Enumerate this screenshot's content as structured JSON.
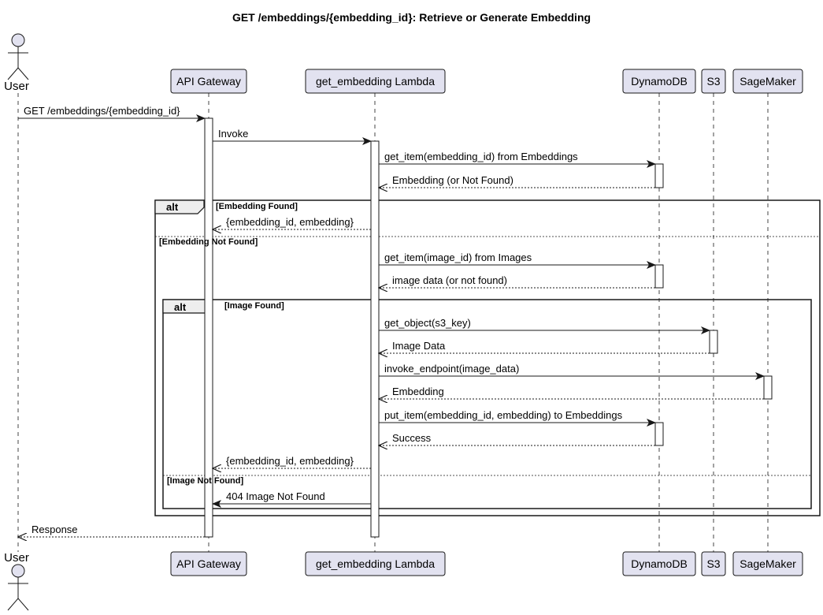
{
  "title": "GET /embeddings/{embedding_id}: Retrieve or Generate Embedding",
  "participants": [
    {
      "id": "user",
      "name": "User",
      "kind": "actor"
    },
    {
      "id": "api",
      "name": "API Gateway",
      "kind": "participant"
    },
    {
      "id": "lambda",
      "name": "get_embedding Lambda",
      "kind": "participant"
    },
    {
      "id": "ddb",
      "name": "DynamoDB",
      "kind": "participant"
    },
    {
      "id": "s3",
      "name": "S3",
      "kind": "participant"
    },
    {
      "id": "sm",
      "name": "SageMaker",
      "kind": "participant"
    }
  ],
  "messages": [
    {
      "from": "user",
      "to": "api",
      "label": "GET /embeddings/{embedding_id}",
      "style": "solid"
    },
    {
      "from": "api",
      "to": "lambda",
      "label": "Invoke",
      "style": "solid"
    },
    {
      "from": "lambda",
      "to": "ddb",
      "label": "get_item(embedding_id) from Embeddings",
      "style": "solid"
    },
    {
      "from": "ddb",
      "to": "lambda",
      "label": "Embedding (or Not Found)",
      "style": "dashed"
    },
    {
      "from": "lambda",
      "to": "api",
      "label": "{embedding_id, embedding}",
      "style": "dashed"
    },
    {
      "from": "lambda",
      "to": "ddb",
      "label": "get_item(image_id) from Images",
      "style": "solid"
    },
    {
      "from": "ddb",
      "to": "lambda",
      "label": "image data (or not found)",
      "style": "dashed"
    },
    {
      "from": "lambda",
      "to": "s3",
      "label": "get_object(s3_key)",
      "style": "solid"
    },
    {
      "from": "s3",
      "to": "lambda",
      "label": "Image Data",
      "style": "dashed"
    },
    {
      "from": "lambda",
      "to": "sm",
      "label": "invoke_endpoint(image_data)",
      "style": "solid"
    },
    {
      "from": "sm",
      "to": "lambda",
      "label": "Embedding",
      "style": "dashed"
    },
    {
      "from": "lambda",
      "to": "ddb",
      "label": "put_item(embedding_id, embedding) to Embeddings",
      "style": "solid"
    },
    {
      "from": "ddb",
      "to": "lambda",
      "label": "Success",
      "style": "dashed"
    },
    {
      "from": "lambda",
      "to": "api",
      "label": "{embedding_id, embedding}",
      "style": "dashed"
    },
    {
      "from": "lambda",
      "to": "api",
      "label": "404 Image Not Found",
      "style": "solid"
    },
    {
      "from": "api",
      "to": "user",
      "label": "Response",
      "style": "dashed"
    }
  ],
  "fragments": [
    {
      "keyword": "alt",
      "sections": [
        "[Embedding Found]",
        "[Embedding Not Found]"
      ]
    },
    {
      "keyword": "alt",
      "sections": [
        "[Image Found]",
        "[Image Not Found]"
      ]
    }
  ],
  "colors": {
    "participant_fill": "#e2e2f0",
    "participant_border": "#181818",
    "lifeline": "#181818",
    "arrow": "#181818"
  }
}
